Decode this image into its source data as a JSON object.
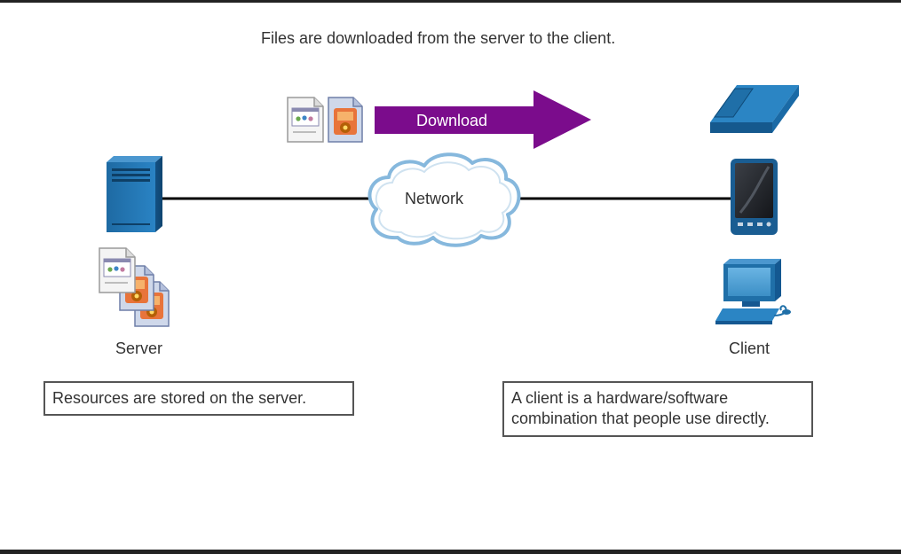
{
  "title": "Files are downloaded from the server to the client.",
  "arrow": {
    "label": "Download",
    "color": "#7b0c8c"
  },
  "network": {
    "label": "Network"
  },
  "server": {
    "label": "Server",
    "note": "Resources are stored on the server."
  },
  "client": {
    "label": "Client",
    "note": "A client is a hardware/software combination that people use directly."
  },
  "icons": {
    "server_device": "server-tower-icon",
    "files": "document-file-icon",
    "phone": "ip-phone-icon",
    "mobile": "smartphone-icon",
    "pc": "desktop-computer-icon"
  },
  "colors": {
    "device_blue": "#1f6fa8",
    "cloud_stroke": "#7fb3d9",
    "link_line": "#000000"
  }
}
